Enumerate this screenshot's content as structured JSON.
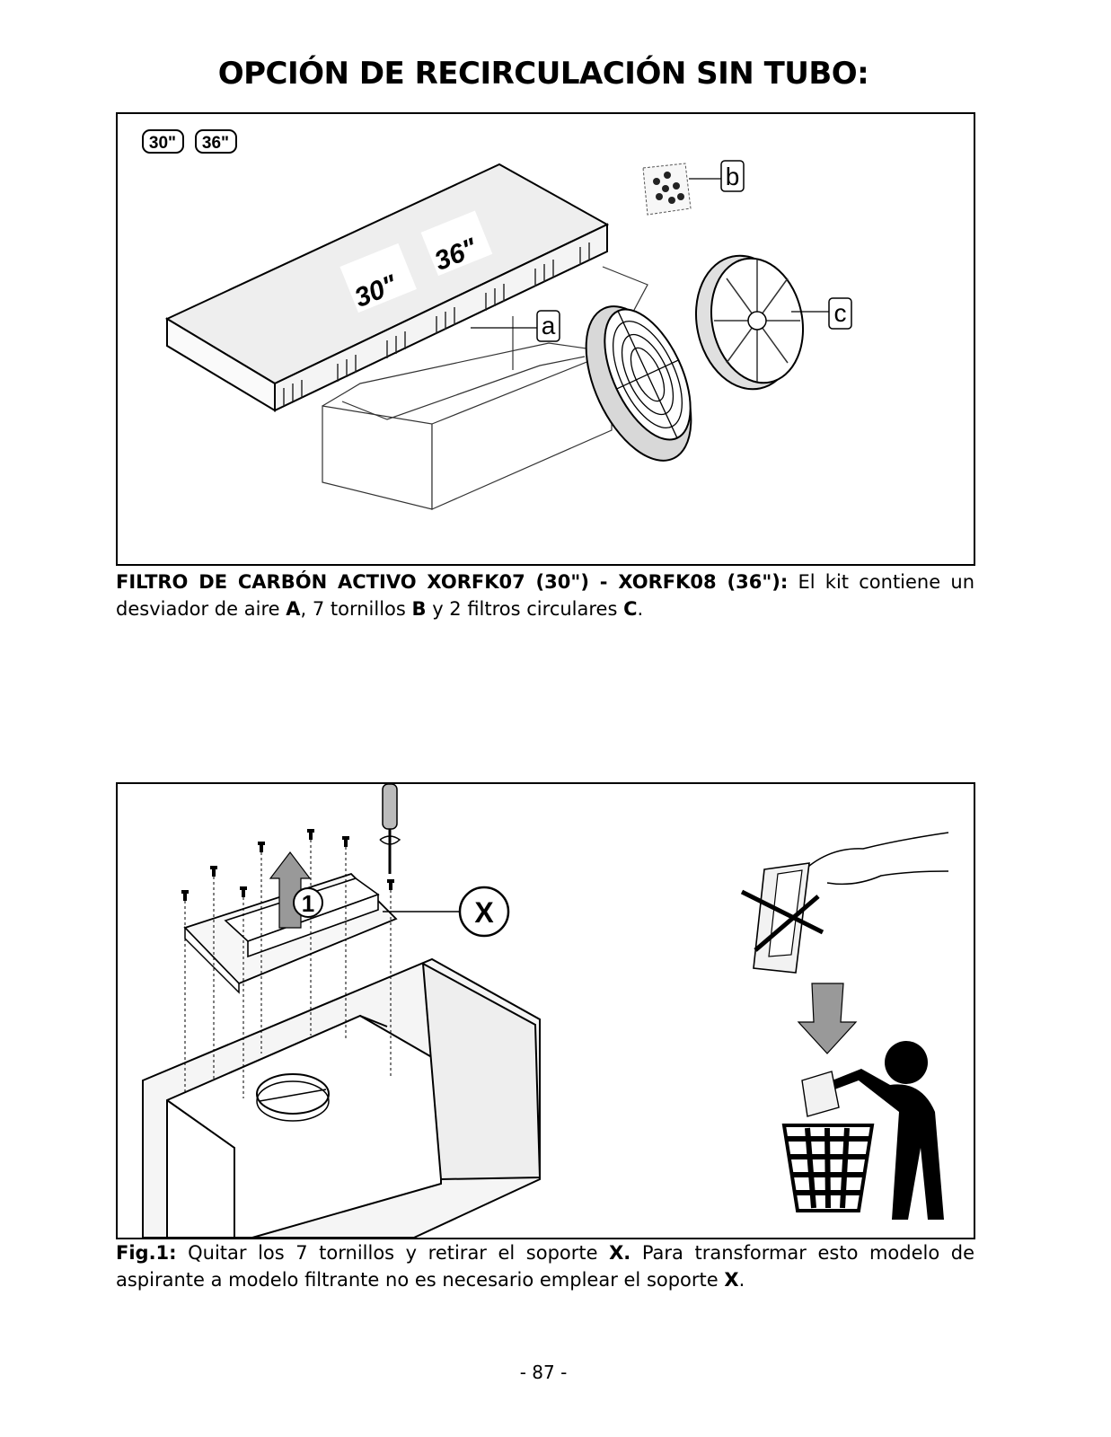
{
  "page": {
    "title": "OPCIÓN DE RECIRCULACIÓN SIN TUBO:",
    "page_number": "- 87 -"
  },
  "figure1": {
    "size_badges": [
      "30\"",
      "36\""
    ],
    "panel_sizes": [
      "30\"",
      "36\""
    ],
    "callouts": [
      "a",
      "b",
      "c"
    ],
    "caption": {
      "bold": "FILTRO DE CARBÓN ACTIVO XORFK07 (30\") - XORFK08 (36\"):",
      "text1": " El kit contiene un desviador de aire ",
      "A": "A",
      "text2": ", 7 tornillos ",
      "B": "B",
      "text3": " y 2 filtros circulares ",
      "C": "C",
      "text4": "."
    }
  },
  "figure2": {
    "step_number": "1",
    "callout": "X",
    "caption": {
      "bold": "Fig.1:",
      "text1": " Quitar los 7 tornillos y retirar el soporte ",
      "X1": "X.",
      "text2": " Para transformar esto modelo de aspirante a modelo filtrante no es necesario emplear el soporte ",
      "X2": "X",
      "text3": "."
    }
  }
}
